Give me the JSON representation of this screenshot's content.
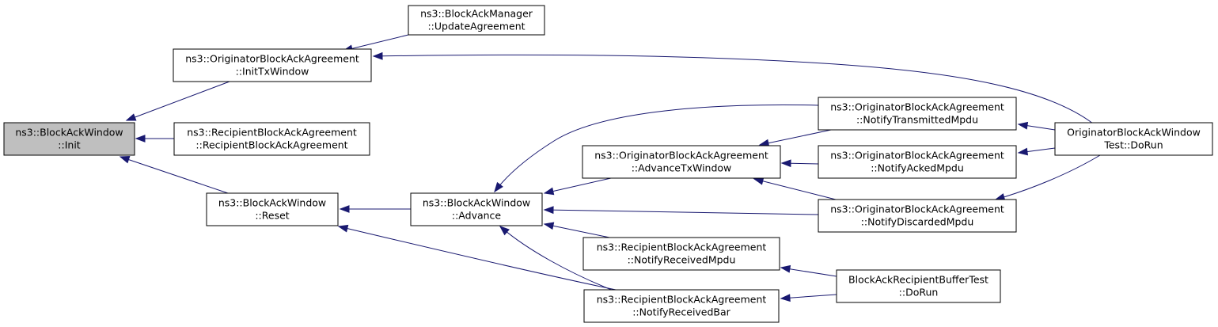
{
  "graph": {
    "nodes": [
      {
        "id": "init",
        "lines": [
          "ns3::BlockAckWindow",
          "::Init"
        ],
        "root": true
      },
      {
        "id": "initTxWindow",
        "lines": [
          "ns3::OriginatorBlockAckAgreement",
          "::InitTxWindow"
        ]
      },
      {
        "id": "updateAgreement",
        "lines": [
          "ns3::BlockAckManager",
          "::UpdateAgreement"
        ]
      },
      {
        "id": "recipientCtor",
        "lines": [
          "ns3::RecipientBlockAckAgreement",
          "::RecipientBlockAckAgreement"
        ]
      },
      {
        "id": "reset",
        "lines": [
          "ns3::BlockAckWindow",
          "::Reset"
        ]
      },
      {
        "id": "advance",
        "lines": [
          "ns3::BlockAckWindow",
          "::Advance"
        ]
      },
      {
        "id": "advanceTxWindow",
        "lines": [
          "ns3::OriginatorBlockAckAgreement",
          "::AdvanceTxWindow"
        ]
      },
      {
        "id": "notifyTransmitted",
        "lines": [
          "ns3::OriginatorBlockAckAgreement",
          "::NotifyTransmittedMpdu"
        ]
      },
      {
        "id": "notifyAcked",
        "lines": [
          "ns3::OriginatorBlockAckAgreement",
          "::NotifyAckedMpdu"
        ]
      },
      {
        "id": "notifyDiscarded",
        "lines": [
          "ns3::OriginatorBlockAckAgreement",
          "::NotifyDiscardedMpdu"
        ]
      },
      {
        "id": "notifyReceivedMpdu",
        "lines": [
          "ns3::RecipientBlockAckAgreement",
          "::NotifyReceivedMpdu"
        ]
      },
      {
        "id": "notifyReceivedBar",
        "lines": [
          "ns3::RecipientBlockAckAgreement",
          "::NotifyReceivedBar"
        ]
      },
      {
        "id": "originatorTest",
        "lines": [
          "OriginatorBlockAckWindow",
          "Test::DoRun"
        ]
      },
      {
        "id": "recipientTest",
        "lines": [
          "BlockAckRecipientBufferTest",
          "::DoRun"
        ]
      }
    ],
    "edges": [
      {
        "from": "initTxWindow",
        "to": "init"
      },
      {
        "from": "updateAgreement",
        "to": "initTxWindow"
      },
      {
        "from": "originatorTest",
        "to": "initTxWindow"
      },
      {
        "from": "recipientCtor",
        "to": "init"
      },
      {
        "from": "reset",
        "to": "init"
      },
      {
        "from": "advance",
        "to": "reset"
      },
      {
        "from": "notifyReceivedBar",
        "to": "reset"
      },
      {
        "from": "notifyTransmitted",
        "to": "advance"
      },
      {
        "from": "advanceTxWindow",
        "to": "advance"
      },
      {
        "from": "notifyDiscarded",
        "to": "advance"
      },
      {
        "from": "notifyReceivedMpdu",
        "to": "advance"
      },
      {
        "from": "notifyReceivedBar",
        "to": "advance"
      },
      {
        "from": "notifyTransmitted",
        "to": "advanceTxWindow"
      },
      {
        "from": "notifyAcked",
        "to": "advanceTxWindow"
      },
      {
        "from": "notifyDiscarded",
        "to": "advanceTxWindow"
      },
      {
        "from": "originatorTest",
        "to": "notifyTransmitted"
      },
      {
        "from": "originatorTest",
        "to": "notifyAcked"
      },
      {
        "from": "originatorTest",
        "to": "notifyDiscarded"
      },
      {
        "from": "recipientTest",
        "to": "notifyReceivedMpdu"
      },
      {
        "from": "recipientTest",
        "to": "notifyReceivedBar"
      }
    ],
    "colors": {
      "edge": "#191970",
      "root_fill": "#bfbfbf",
      "node_fill": "#ffffff",
      "border": "#000000"
    }
  }
}
